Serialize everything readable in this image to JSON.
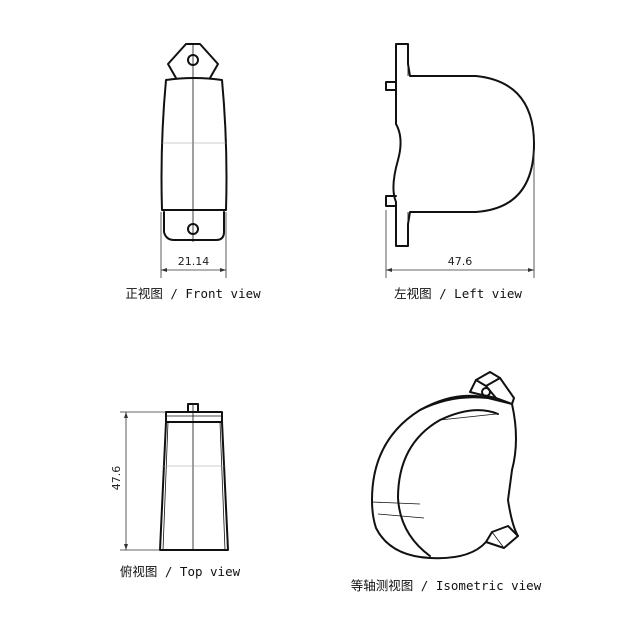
{
  "views": {
    "front": {
      "caption": "正视图 / Front view",
      "dimension": "21.14"
    },
    "left": {
      "caption": "左视图 / Left view",
      "dimension": "47.6"
    },
    "top": {
      "caption": "俯视图 / Top view",
      "dimension": "47.6"
    },
    "isometric": {
      "caption": "等轴测视图 / Isometric view"
    }
  }
}
